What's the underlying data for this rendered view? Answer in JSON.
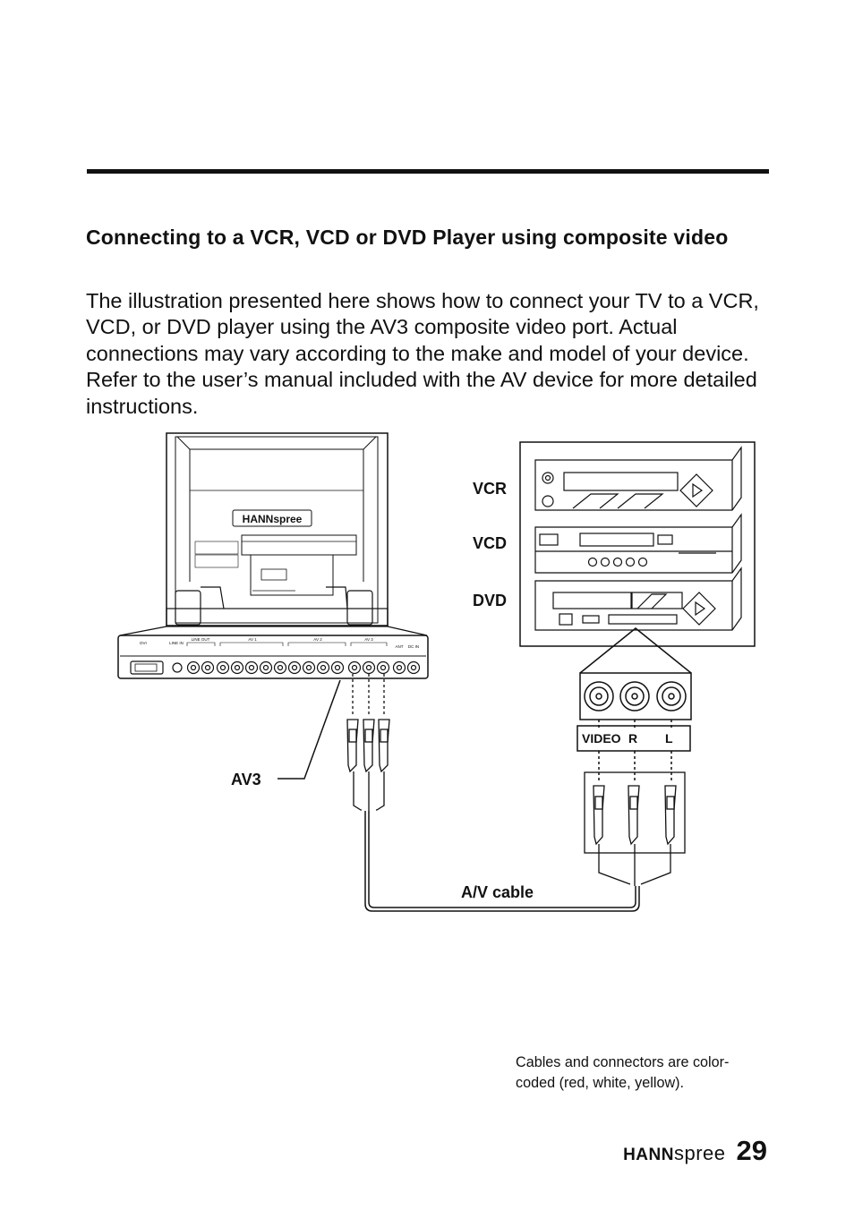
{
  "heading": "Connecting to a VCR, VCD or DVD Player using composite video",
  "intro": "The illustration presented here shows how to connect your TV to a VCR, VCD, or DVD player using the AV3 composite video port. Actual connections may vary according to the make and model of your device. Refer to the user’s manual included with the AV device for more detailed instructions.",
  "diagram": {
    "tv_brand": "HANNspree",
    "devices": {
      "vcr": "VCR",
      "vcd": "VCD",
      "dvd": "DVD"
    },
    "panel_labels": {
      "dvi": "DVI",
      "line_in": "LINE IN",
      "line_out": "LINE OUT",
      "av1": "AV 1",
      "av2": "AV 2",
      "av3": "AV 3",
      "ant": "ANT",
      "dc_in": "DC IN"
    },
    "port_labels": {
      "video": "VIDEO",
      "r": "R",
      "l": "L"
    },
    "av3_callout": "AV3",
    "cable_label": "A/V cable"
  },
  "note": "Cables and connectors are color-coded (red, white, yellow).",
  "footer": {
    "brand_bold": "HANN",
    "brand_light": "spree",
    "page_number": "29"
  }
}
